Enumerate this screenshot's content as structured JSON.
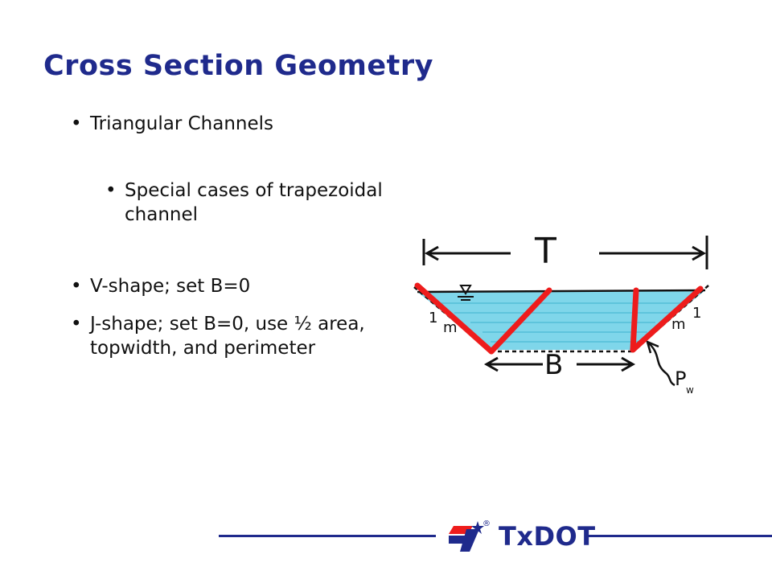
{
  "slide": {
    "title": "Cross Section Geometry",
    "bullets": [
      "Triangular Channels",
      "Special cases of trapezoidal channel",
      "V-shape; set B=0",
      "J-shape; set B=0, use ½ area, topwidth, and perimeter"
    ],
    "bullet_char": "•"
  },
  "diagram": {
    "label_top": "T",
    "label_bottom": "B",
    "label_slope_left_1": "1",
    "label_slope_left_m": "m",
    "label_slope_right_1": "1",
    "label_slope_right_m": "m",
    "label_perimeter": "P",
    "label_perimeter_sub": "w",
    "water_surface_icon": "water-surface-triangle-icon",
    "colors": {
      "water": "#7fd6ea",
      "overlay_lines": "#ee1c1c",
      "ink": "#111111"
    }
  },
  "footer": {
    "logo_text": "TxDOT",
    "registered_mark": "®",
    "brand_color": "#1f2a8c",
    "logo_icon": "texas-star-flag-icon"
  }
}
